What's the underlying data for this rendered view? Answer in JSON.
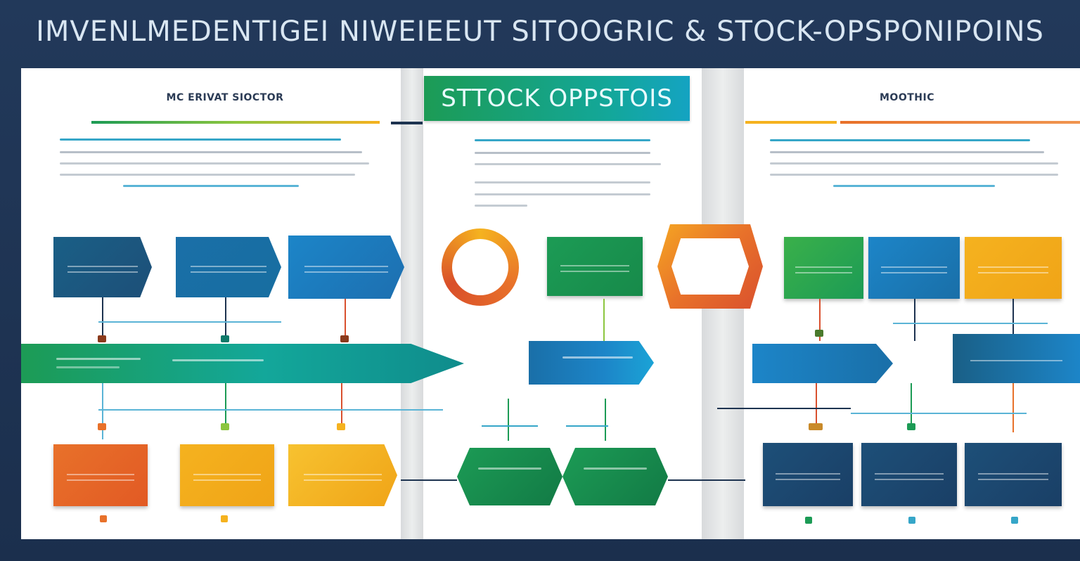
{
  "header": {
    "title": "IMVENLMEDENTIGEI NIWEIEEUT SITOOGRIC & STOCK-OPSPONIPOINS"
  },
  "columns": {
    "left": {
      "heading": "MC ERIVAT SIOCTOR"
    },
    "center": {
      "banner": "STTOCK OPPSTOIS"
    },
    "right": {
      "heading": "MOOTHIC"
    }
  },
  "palette": {
    "navy": "#1d3350",
    "teal": "#13a79a",
    "green": "#1c9b55",
    "blue": "#1a7fc4",
    "orange": "#e8712a",
    "yellow": "#f5b21f"
  }
}
